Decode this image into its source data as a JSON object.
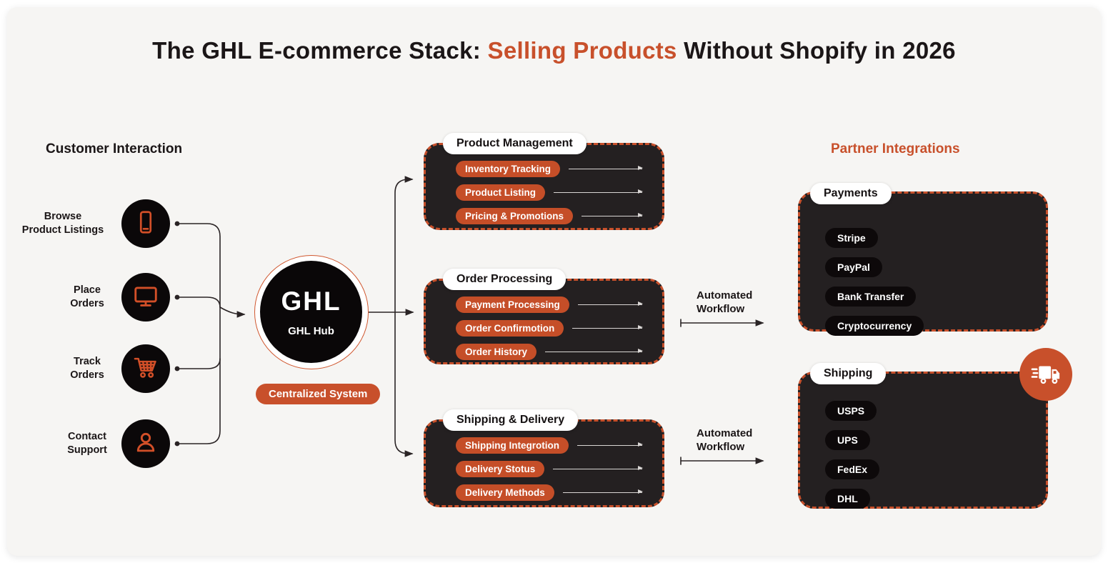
{
  "title": {
    "prefix": "The GHL E-commerce Stack: ",
    "highlight": "Selling Products",
    "suffix": " Without Shopify in 2026"
  },
  "colors": {
    "accent_orange": "#C8502B",
    "panel_background": "#F6F5F3",
    "dark_box": "#242021",
    "black_pill": "#0D090A",
    "text_dark": "#1B1617",
    "white": "#FFFFFF"
  },
  "customer_interaction": {
    "heading": "Customer Interaction",
    "items": [
      {
        "line1": "Browse",
        "line2": "Product Listings",
        "icon": "smartphone-icon"
      },
      {
        "line1": "Place",
        "line2": "Orders",
        "icon": "monitor-icon"
      },
      {
        "line1": "Track",
        "line2": "Orders",
        "icon": "shopping-cart-icon"
      },
      {
        "line1": "Contact",
        "line2": "Support",
        "icon": "person-icon"
      }
    ]
  },
  "hub": {
    "logo": "GHL",
    "name": "GHL Hub",
    "badge": "Centralized System"
  },
  "process_boxes": [
    {
      "title": "Product Management",
      "items": [
        "Inventory Tracking",
        "Product Listing",
        "Pricing & Promotions"
      ]
    },
    {
      "title": "Order Processing",
      "items": [
        "Payment Processing",
        "Order Confirmotion",
        "Order History"
      ]
    },
    {
      "title": "Shipping & Delivery",
      "items": [
        "Shipping Integrotion",
        "Delivery Stotus",
        "Delivery Methods"
      ]
    }
  ],
  "workflow_labels": [
    {
      "line1": "Automated",
      "line2": "Workflow"
    },
    {
      "line1": "Automated",
      "line2": "Workflow"
    }
  ],
  "partner_integrations": {
    "heading": "Partner Integrations",
    "groups": [
      {
        "title": "Payments",
        "items": [
          "Stripe",
          "PayPal",
          "Bank Transfer",
          "Cryptocurrency"
        ]
      },
      {
        "title": "Shipping",
        "items": [
          "USPS",
          "UPS",
          "FedEx",
          "DHL"
        ],
        "icon": "delivery-truck-icon"
      }
    ]
  }
}
